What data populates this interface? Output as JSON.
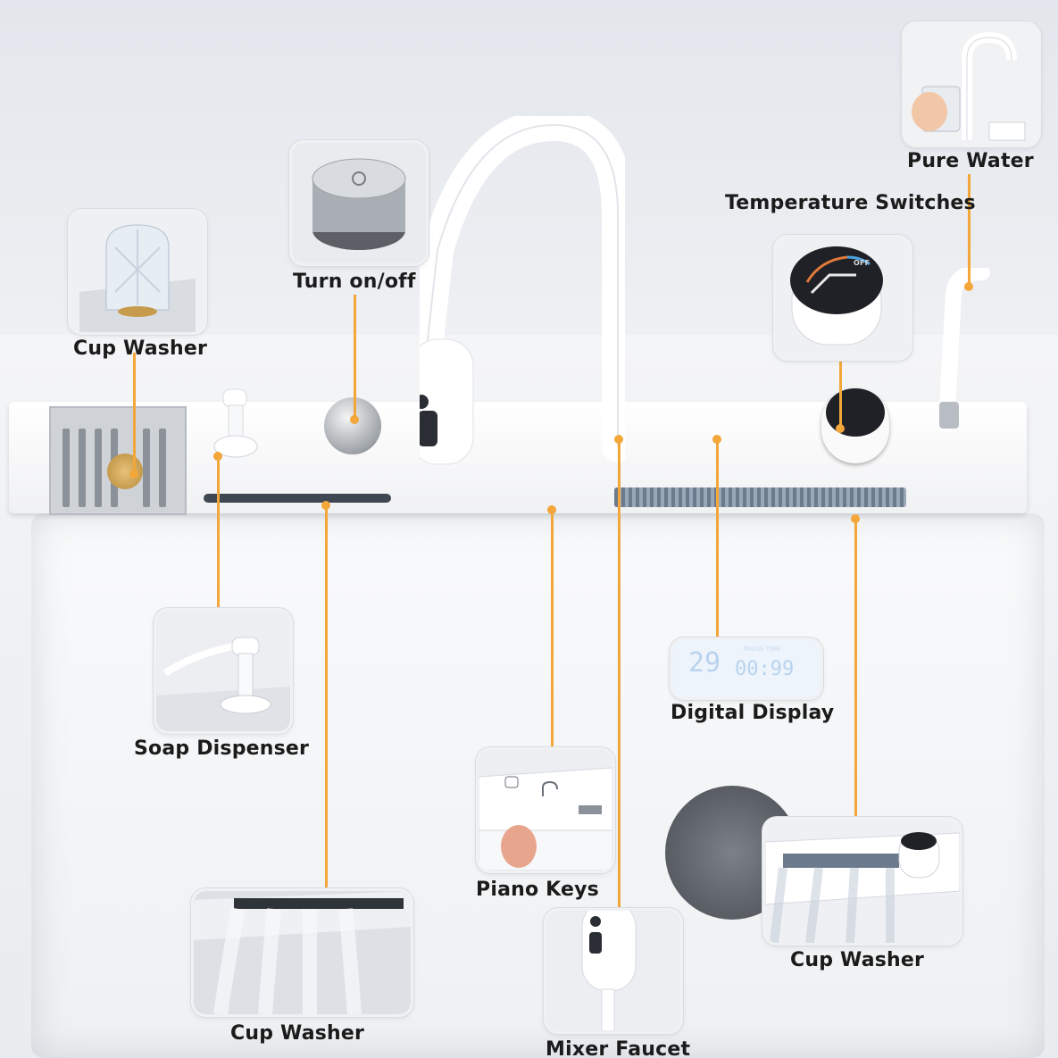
{
  "labels": {
    "pure_water": "Pure Water",
    "temperature_switches": "Temperature Switches",
    "cup_washer_top": "Cup Washer",
    "turn_on_off": "Turn on/off",
    "soap_dispenser": "Soap Dispenser",
    "digital_display": "Digital Display",
    "piano_keys": "Piano Keys",
    "cup_washer_right": "Cup Washer",
    "cup_washer_bottom": "Cup Washer",
    "mixer_faucet": "Mixer Faucet"
  },
  "knob_text": "OFF",
  "display": {
    "temperature": "29",
    "time": "00:99",
    "small_text": "PAUSE TIME"
  },
  "colors": {
    "accent": "#f3a63a",
    "sink": "#f4f5f7"
  }
}
